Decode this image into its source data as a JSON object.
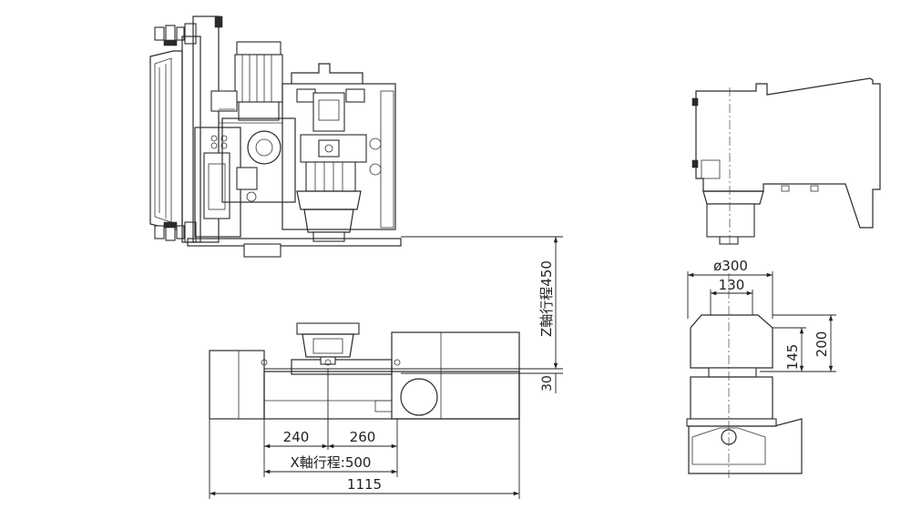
{
  "dimensions": {
    "x_240": "240",
    "x_260": "260",
    "x_stroke": "X軸行程:500",
    "overall_width": "1115",
    "z_stroke": "Z軸行程450",
    "z_30": "30",
    "diameter": "ø300",
    "width_130": "130",
    "height_145": "145",
    "height_200": "200"
  }
}
